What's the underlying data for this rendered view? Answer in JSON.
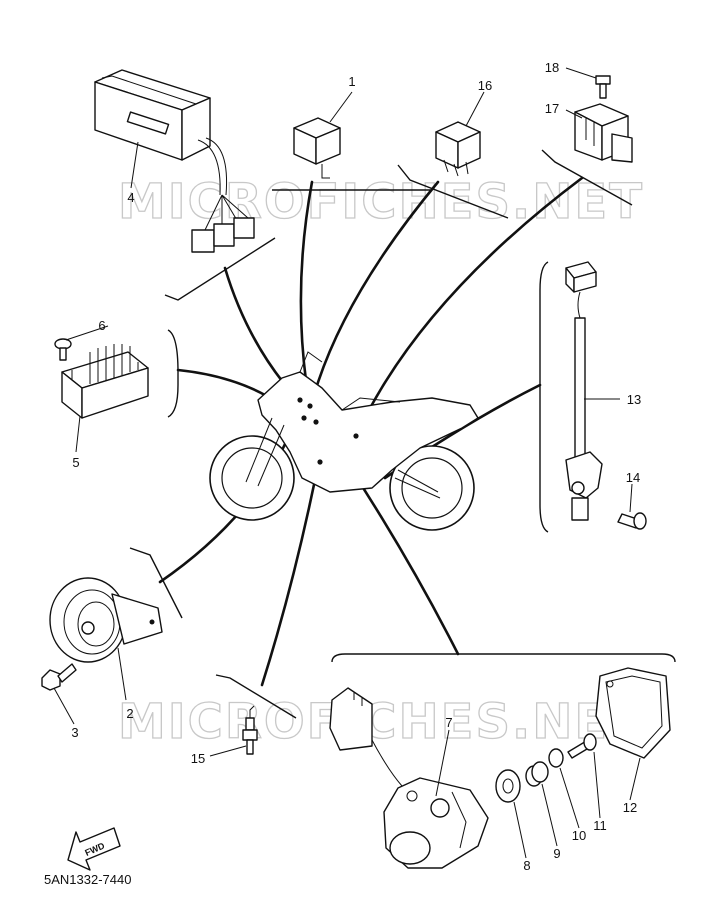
{
  "watermark": "MICROFICHES.NET",
  "diagram_code": "5AN1332-7440",
  "fwd_label": "FWD",
  "callouts": {
    "c1": "1",
    "c2": "2",
    "c3": "3",
    "c4": "4",
    "c5": "5",
    "c6": "6",
    "c7": "7",
    "c8": "8",
    "c9": "9",
    "c10": "10",
    "c11": "11",
    "c12": "12",
    "c13": "13",
    "c14": "14",
    "c15": "15",
    "c16": "16",
    "c17": "17",
    "c18": "18"
  }
}
